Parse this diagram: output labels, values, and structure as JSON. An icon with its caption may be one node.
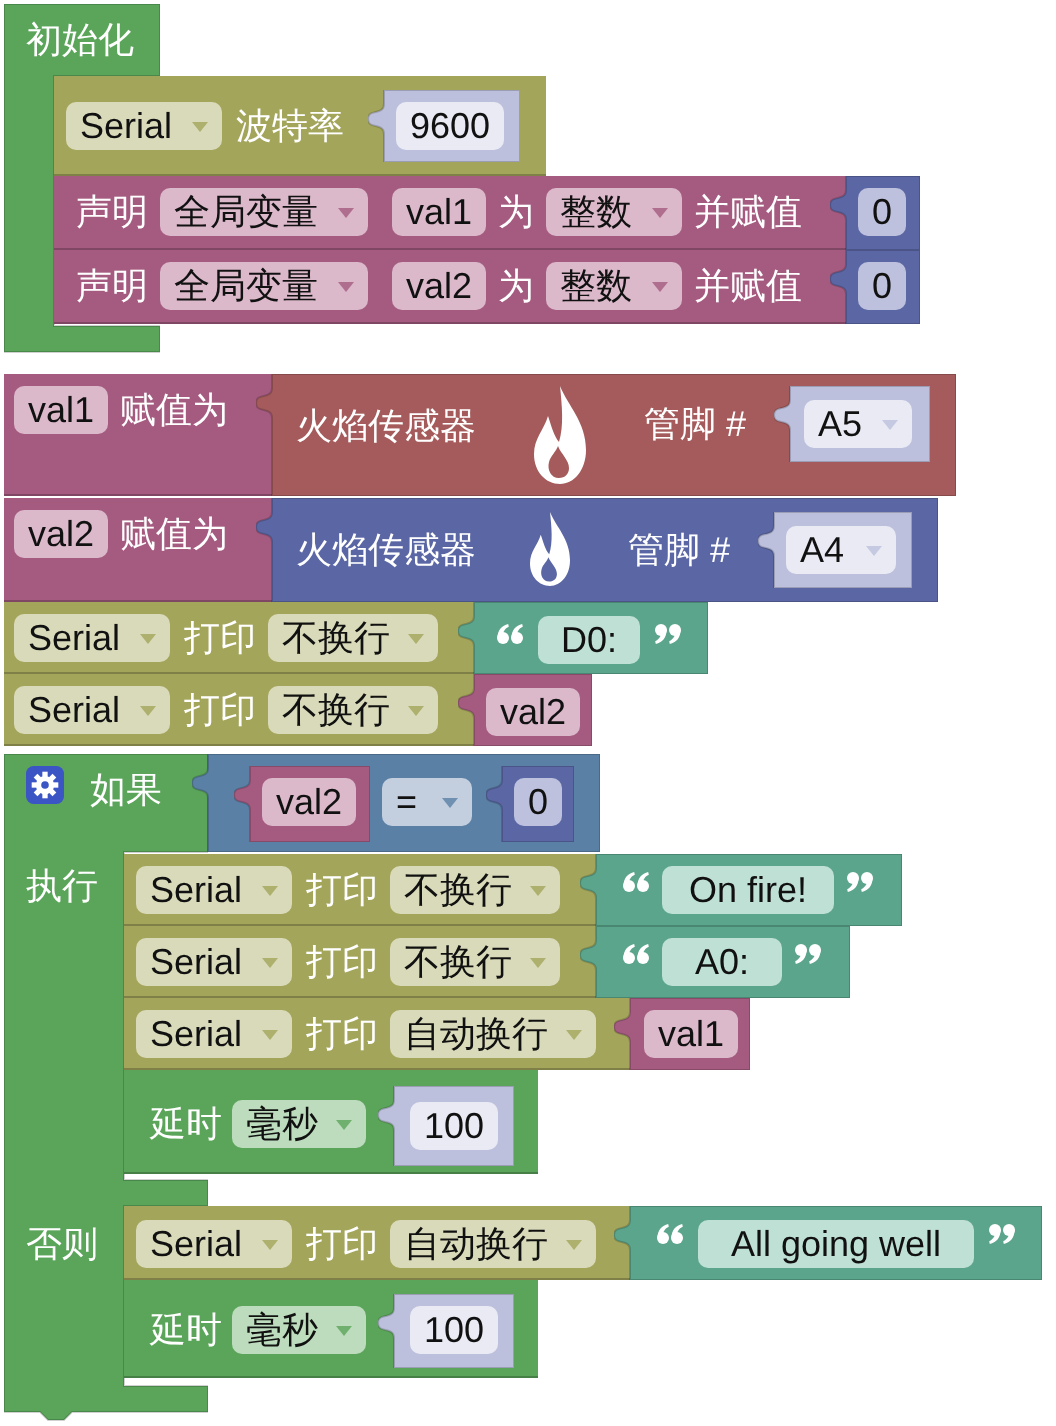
{
  "diagram": {
    "nodes": [
      {
        "text": [
          "初始化"
        ]
      },
      {
        "text": [
          "Serial",
          "波特率"
        ]
      },
      {
        "text": [
          "9600"
        ],
        "in": 1
      },
      {
        "text": [
          "声明",
          "全局变量",
          "val1",
          "为",
          "整数",
          "并赋值"
        ]
      },
      {
        "text": [
          "0"
        ]
      },
      {
        "text": [
          "声明",
          "全局变量",
          "val2",
          "为",
          "整数",
          "并赋值"
        ]
      },
      {
        "text": [
          "0"
        ]
      },
      {
        "text": [
          "val1",
          "赋值为"
        ]
      },
      {
        "text": [
          "火焰传感器",
          "管脚 #"
        ]
      },
      {
        "text": [
          "A5"
        ],
        "in": 8
      },
      {
        "text": [
          "val2",
          "赋值为"
        ]
      },
      {
        "text": [
          "火焰传感器",
          "管脚 #"
        ]
      },
      {
        "text": [
          "A4"
        ],
        "in": 11
      },
      {
        "text": [
          "Serial",
          "打印",
          "不换行"
        ]
      },
      {
        "text": [
          "D0:"
        ]
      },
      {
        "text": [
          "Serial",
          "打印",
          "不换行"
        ]
      },
      {
        "text": [
          "val2"
        ]
      },
      {
        "text": [
          "如果",
          "执行",
          "否则"
        ]
      },
      {
        "text": [
          "="
        ]
      },
      {
        "text": [
          "val2"
        ],
        "in": 18
      },
      {
        "text": [
          "0"
        ],
        "in": 18
      },
      {
        "text": [
          "Serial",
          "打印",
          "不换行"
        ]
      },
      {
        "text": [
          "On fire!"
        ]
      },
      {
        "text": [
          "Serial",
          "打印",
          "不换行"
        ]
      },
      {
        "text": [
          "A0:"
        ]
      },
      {
        "text": [
          "Serial",
          "打印",
          "自动换行"
        ]
      },
      {
        "text": [
          "val1"
        ]
      },
      {
        "text": [
          "延时",
          "毫秒"
        ]
      },
      {
        "text": [
          "100"
        ],
        "in": 27
      },
      {
        "text": [
          "Serial",
          "打印",
          "自动换行"
        ]
      },
      {
        "text": [
          "All going well"
        ]
      },
      {
        "text": [
          "延时",
          "毫秒"
        ]
      },
      {
        "text": [
          "100"
        ],
        "in": 31
      }
    ]
  }
}
